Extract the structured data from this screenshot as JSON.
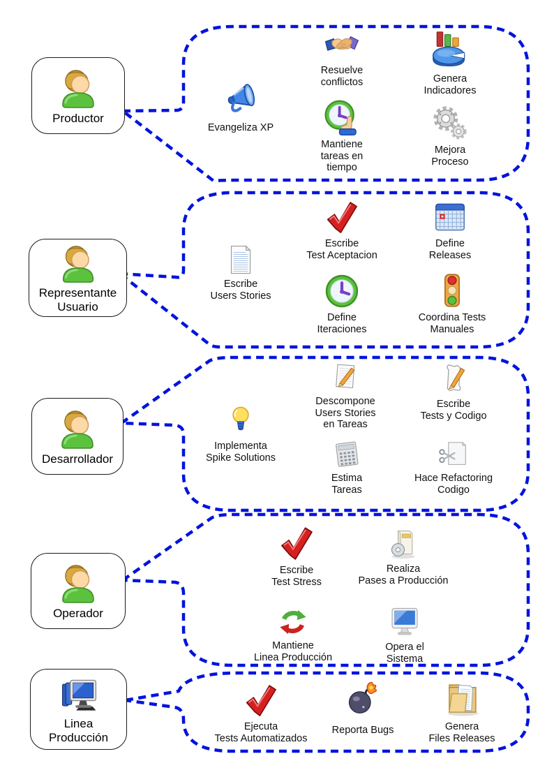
{
  "colors": {
    "bubble_border": "#0013dd",
    "actor_border": "#1a1a1a",
    "text": "#111111"
  },
  "actors": [
    {
      "label": "Productor",
      "icon": "person-icon",
      "tasks": [
        {
          "icon": "megaphone-icon",
          "label": "Evangeliza XP"
        },
        {
          "icon": "handshake-icon",
          "label": "Resuelve\nconflictos"
        },
        {
          "icon": "clock-hand-icon",
          "label": "Mantiene\ntareas en\ntiempo"
        },
        {
          "icon": "pie-chart-icon",
          "label": "Genera\nIndicadores"
        },
        {
          "icon": "gears-icon",
          "label": "Mejora\nProceso"
        }
      ]
    },
    {
      "label": "Representante\nUsuario",
      "icon": "person-icon",
      "tasks": [
        {
          "icon": "document-icon",
          "label": "Escribe\nUsers Stories"
        },
        {
          "icon": "red-check-icon",
          "label": "Escribe\nTest Aceptacion"
        },
        {
          "icon": "green-clock-icon",
          "label": "Define\nIteraciones"
        },
        {
          "icon": "calendar-icon",
          "label": "Define\nReleases"
        },
        {
          "icon": "traffic-light-icon",
          "label": "Coordina Tests\nManuales"
        }
      ]
    },
    {
      "label": "Desarrollador",
      "icon": "person-icon",
      "tasks": [
        {
          "icon": "lightbulb-icon",
          "label": "Implementa\nSpike Solutions"
        },
        {
          "icon": "document-pencil-icon",
          "label": "Descompone\nUsers Stories\nen Tareas"
        },
        {
          "icon": "calculator-icon",
          "label": "Estima\nTareas"
        },
        {
          "icon": "scroll-pencil-icon",
          "label": "Escribe\nTests y Codigo"
        },
        {
          "icon": "scissors-document-icon",
          "label": "Hace Refactoring\nCodigo"
        }
      ]
    },
    {
      "label": "Operador",
      "icon": "person-icon",
      "tasks": [
        {
          "icon": "red-check-icon",
          "label": "Escribe\nTest Stress"
        },
        {
          "icon": "recycle-icon",
          "label": "Mantiene\nLinea Producción"
        },
        {
          "icon": "software-box-icon",
          "label": "Realiza\nPases a Producción"
        },
        {
          "icon": "monitor-icon",
          "label": "Opera el\nSistema"
        }
      ]
    },
    {
      "label": "Linea\nProducción",
      "icon": "computer-icon",
      "tasks": [
        {
          "icon": "red-check-icon",
          "label": "Ejecuta\nTests Automatizados"
        },
        {
          "icon": "bomb-icon",
          "label": "Reporta Bugs"
        },
        {
          "icon": "folder-icon",
          "label": "Genera\nFiles Releases"
        }
      ]
    }
  ]
}
